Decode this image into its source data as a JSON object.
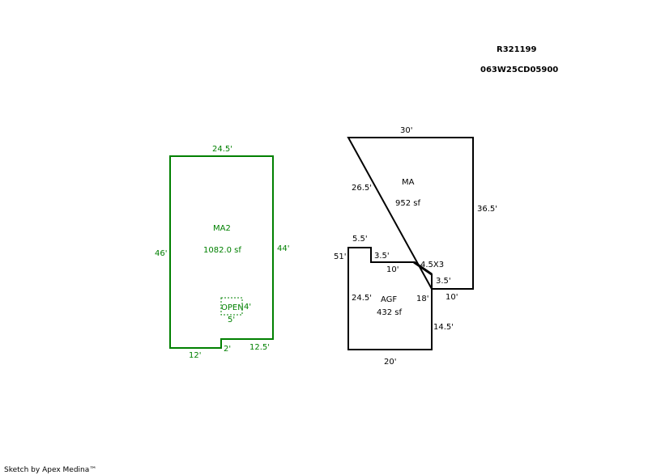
{
  "header": {
    "record_id": "R321199",
    "map_tax_lot": "063W25CD05900"
  },
  "footer": {
    "credit": "Sketch by Apex Medina™"
  },
  "colors": {
    "ma2_outline": "#008000",
    "ma_outline": "#000000"
  },
  "ma2": {
    "name": "MA2",
    "area": "1082.0 sf",
    "dims": {
      "top": "24.5'",
      "left": "46'",
      "right": "44'",
      "bottom_left": "12'",
      "notch": "2'",
      "bottom_right": "12.5'"
    },
    "open": {
      "label": "OPEN",
      "width": "5'",
      "height": "4'"
    }
  },
  "ma": {
    "name": "MA",
    "area": "952 sf",
    "dims": {
      "top": "30'",
      "left_upper": "26.5'",
      "right": "36.5'",
      "left_total": "51'",
      "step_top": "5.5'",
      "step_down": "3.5'",
      "step_run": "10'",
      "diagonal": "4.5X3",
      "right_step_down": "3.5'",
      "right_step_run": "10'"
    }
  },
  "agf": {
    "name": "AGF",
    "area": "432 sf",
    "dims": {
      "left": "24.5'",
      "right_upper": "18'",
      "right_lower": "14.5'",
      "bottom": "20'"
    }
  }
}
